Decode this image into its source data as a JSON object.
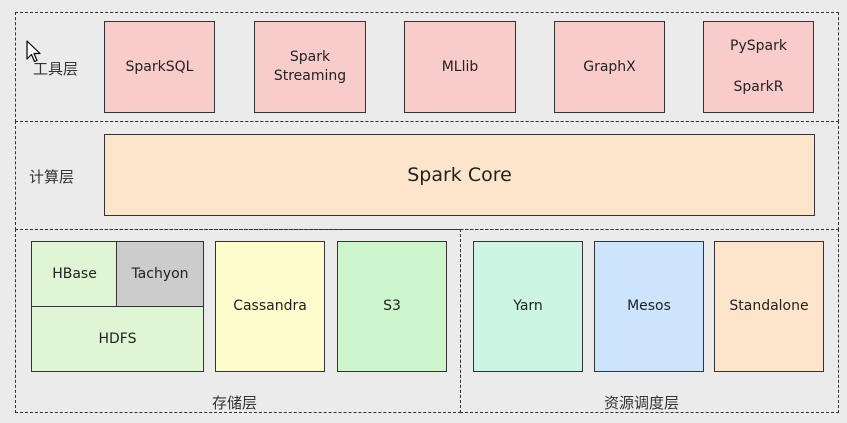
{
  "tool_layer": {
    "label": "工具层",
    "items": [
      "SparkSQL",
      "Spark Streaming",
      "MLlib",
      "GraphX"
    ],
    "stack_items": [
      "PySpark",
      "SparkR"
    ]
  },
  "compute_layer": {
    "label": "计算层",
    "core": "Spark Core"
  },
  "storage_layer": {
    "label": "存储层",
    "hbase": "HBase",
    "tachyon": "Tachyon",
    "hdfs": "HDFS",
    "cassandra": "Cassandra",
    "s3": "S3"
  },
  "scheduling_layer": {
    "label": "资源调度层",
    "yarn": "Yarn",
    "mesos": "Mesos",
    "standalone": "Standalone"
  }
}
